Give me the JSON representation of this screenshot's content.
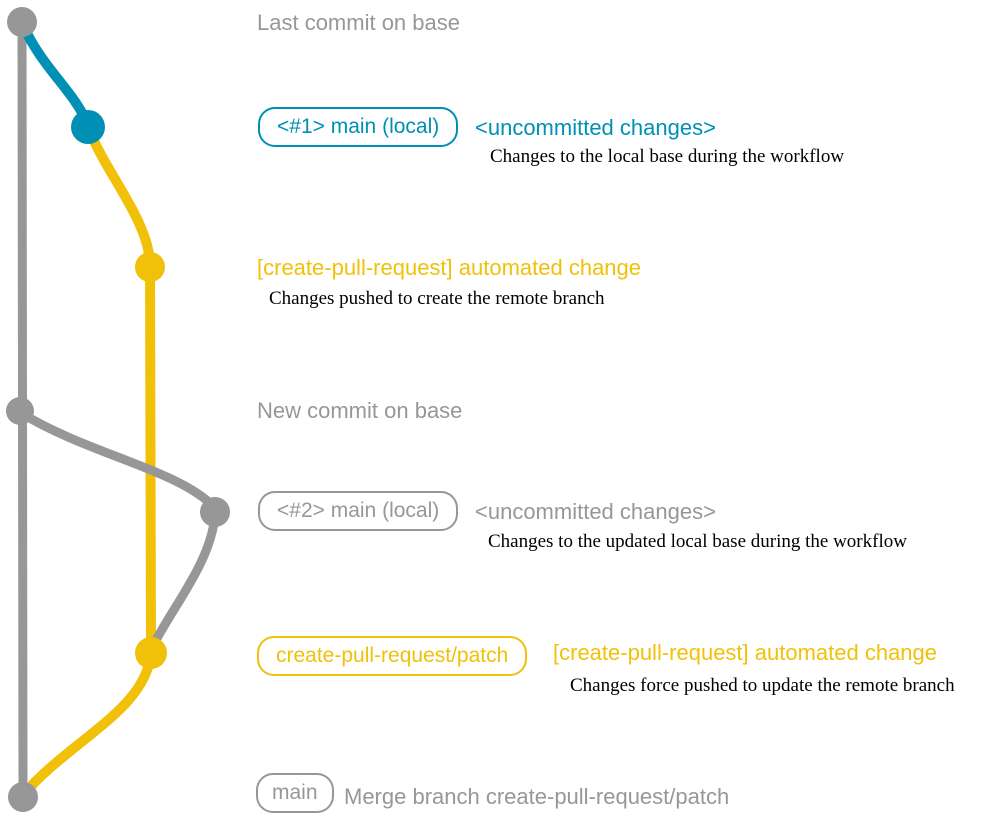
{
  "colors": {
    "gray": "#979797",
    "blue": "#008fb5",
    "yellow": "#f1c109",
    "ink": "#000000",
    "background": "#ffffff"
  },
  "rows": {
    "last_commit": {
      "message": "Last commit on base"
    },
    "local_main_1": {
      "badge": "<#1> main (local)",
      "message": "<uncommitted changes>",
      "description": "Changes to the local base during the workflow"
    },
    "automated_change_1": {
      "message": "[create-pull-request] automated change",
      "description": "Changes pushed to create the remote branch"
    },
    "new_commit": {
      "message": "New commit on base"
    },
    "local_main_2": {
      "badge": "<#2> main (local)",
      "message": "<uncommitted changes>",
      "description": "Changes to the updated local base during the workflow"
    },
    "patch_branch": {
      "badge": "create-pull-request/patch",
      "message": "[create-pull-request] automated change",
      "description": "Changes force pushed to update the remote branch"
    },
    "merge_commit": {
      "badge": "main",
      "message": "Merge branch create-pull-request/patch"
    }
  }
}
